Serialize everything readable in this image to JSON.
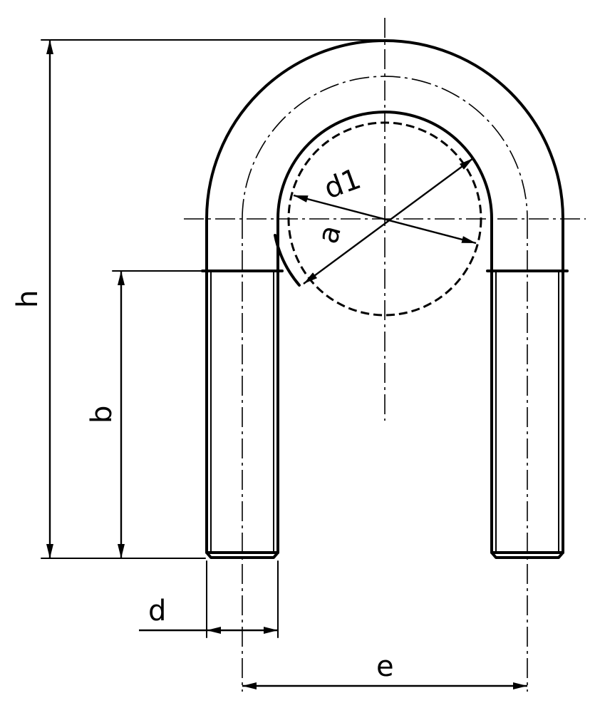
{
  "drawing": {
    "labels": {
      "h": "h",
      "b": "b",
      "d": "d",
      "e": "e",
      "d1": "d1",
      "a": "a"
    }
  }
}
